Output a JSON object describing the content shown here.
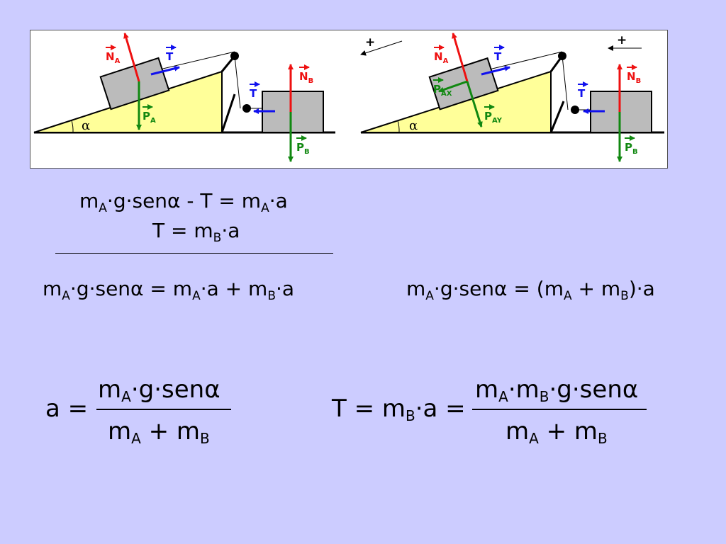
{
  "diagram": {
    "left": {
      "labels": {
        "na": "N",
        "na_sub": "A",
        "t1": "T",
        "nb": "N",
        "nb_sub": "B",
        "t2": "T",
        "pa": "P",
        "pa_sub": "A",
        "pb": "P",
        "pb_sub": "B",
        "alpha": "α"
      }
    },
    "right": {
      "plus1": "+",
      "plus2": "+",
      "labels": {
        "na": "N",
        "na_sub": "A",
        "t1": "T",
        "nb": "N",
        "nb_sub": "B",
        "t2": "T",
        "pax": "P",
        "pax_sub": "AX",
        "pay": "P",
        "pay_sub": "AY",
        "pb": "P",
        "pb_sub": "B",
        "alpha": "α"
      }
    }
  },
  "equations": {
    "eq1": {
      "p1": "m",
      "s1": "A",
      "p2": "·g·senα - T = m",
      "s2": "A",
      "p3": "·a"
    },
    "eq2": {
      "p1": "T = m",
      "s1": "B",
      "p2": "·a"
    },
    "eq3": {
      "p1": "m",
      "s1": "A",
      "p2": "·g·senα = m",
      "s2": "A",
      "p3": "·a + m",
      "s3": "B",
      "p4": "·a"
    },
    "eq4": {
      "p1": "m",
      "s1": "A",
      "p2": "·g·senα = (m",
      "s2": "A",
      "p3": " + m",
      "s3": "B",
      "p4": ")·a"
    }
  },
  "formula_a": {
    "lhs": "a =",
    "num": {
      "p1": "m",
      "s1": "A",
      "p2": "·g·senα"
    },
    "den": {
      "p1": "m",
      "s1": "A",
      "p2": " + m",
      "s2": "B"
    }
  },
  "formula_t": {
    "lhs": {
      "p1": "T = m",
      "s1": "B",
      "p2": "·a ="
    },
    "num": {
      "p1": "m",
      "s1": "A",
      "p2": "·m",
      "s2": "B",
      "p3": "·g·senα"
    },
    "den": {
      "p1": "m",
      "s1": "A",
      "p2": " + m",
      "s2": "B"
    }
  },
  "colors": {
    "background": "#ccccff",
    "incline": "#ffff99",
    "block": "#bbbbbb",
    "normal": "#ee1111",
    "tension": "#1111ee",
    "weight": "#118811"
  }
}
